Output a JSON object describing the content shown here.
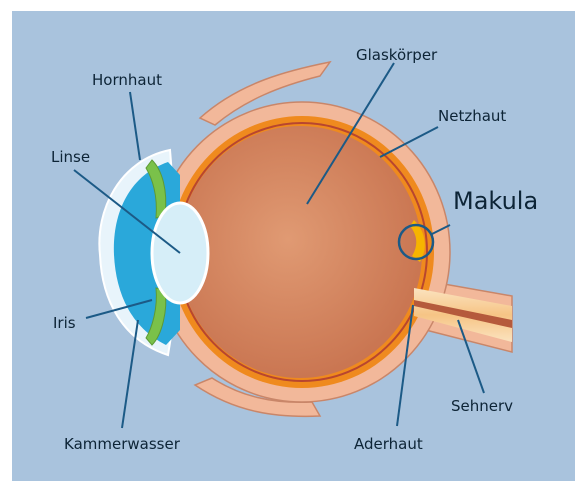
{
  "diagram": {
    "labels": {
      "glaskoerper": "Glaskörper",
      "hornhaut": "Hornhaut",
      "netzhaut": "Netzhaut",
      "linse": "Linse",
      "makula": "Makula",
      "iris": "Iris",
      "sehnerv": "Sehnerv",
      "kammerwasser": "Kammerwasser",
      "aderhaut": "Aderhaut"
    },
    "colors": {
      "background": "#a9c3dd",
      "sclera": "#f2b89a",
      "choroid": "#ef8a1e",
      "vitreous": "#d98a63",
      "cornea": "#2aa8da",
      "lens": "#d6eef8",
      "iris": "#7ac14a",
      "macula": "#f6b400",
      "optic_nerve": "#f8d6a8",
      "leader_line": "#1c5a86"
    }
  }
}
